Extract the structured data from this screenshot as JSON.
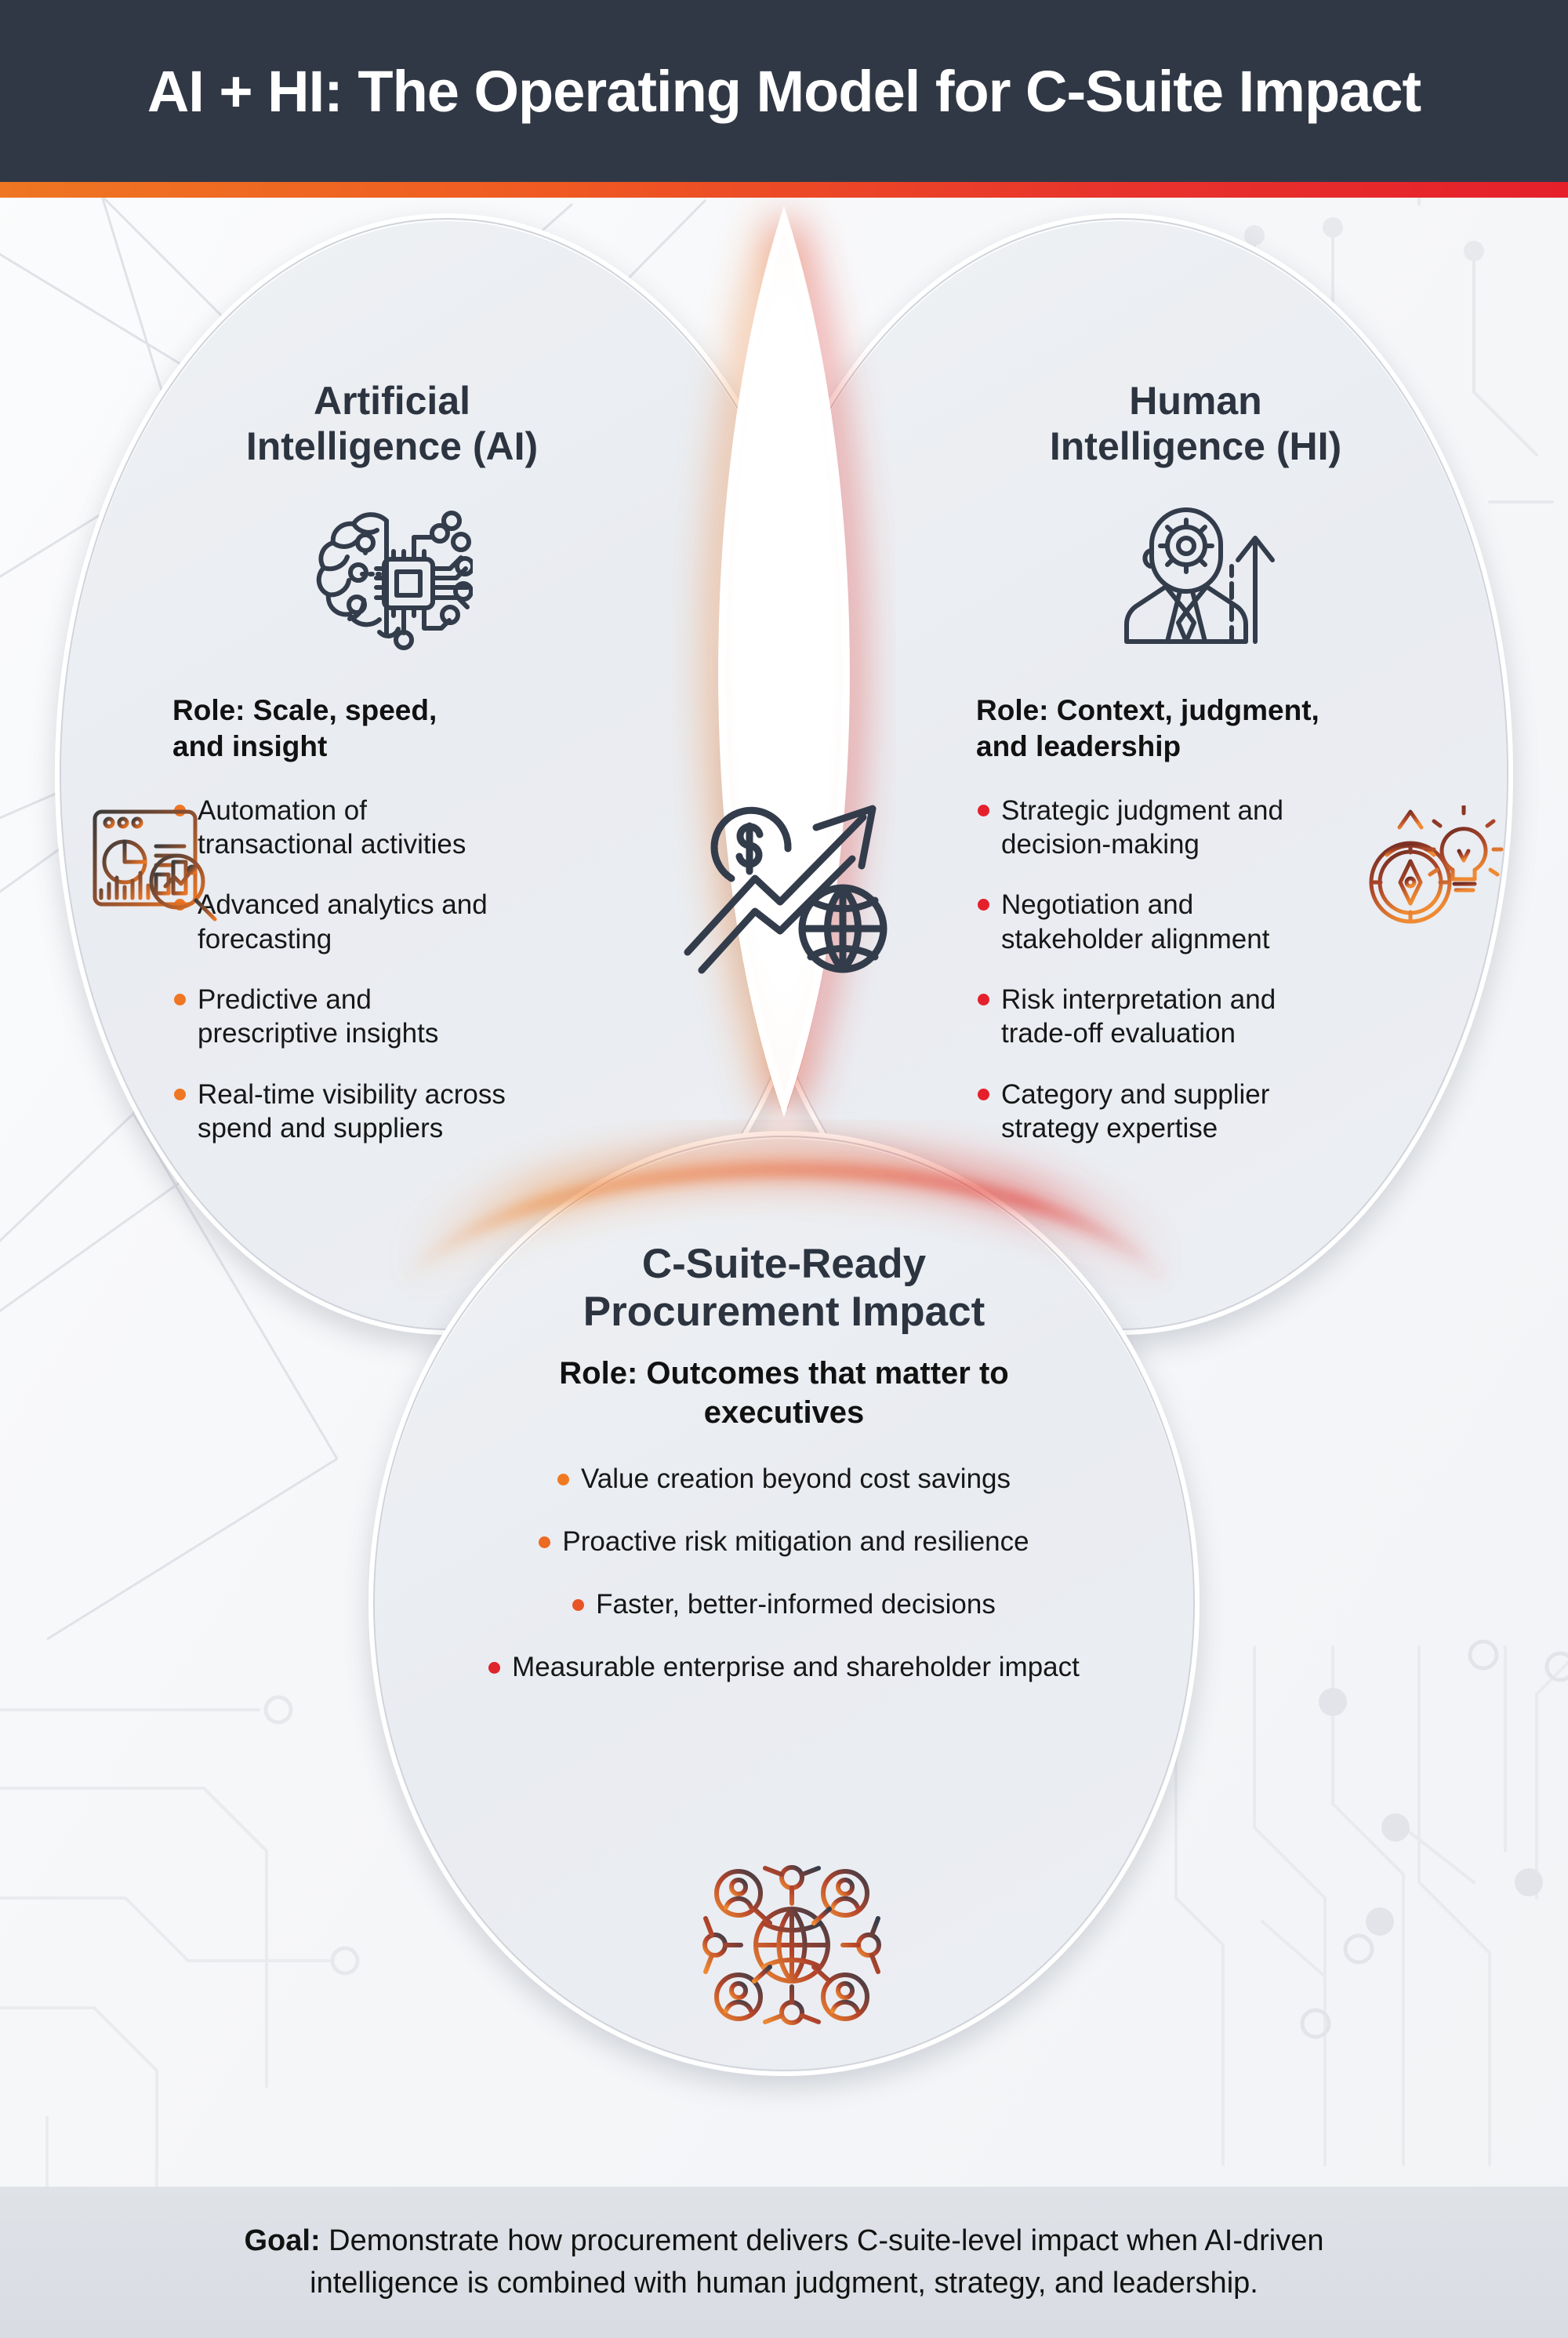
{
  "header": {
    "title": "AI + HI: The Operating Model for C-Suite Impact",
    "bar_color": "#313845",
    "accent_gradient_from": "#ef7622",
    "accent_gradient_to": "#e5202b"
  },
  "venn": {
    "left": {
      "title_line1": "Artificial",
      "title_line2": "Intelligence (AI)",
      "icon": "brain-chip-icon",
      "secondary_icon": "analytics-dashboard-icon",
      "role_line1": "Role: Scale, speed,",
      "role_line2": "and insight",
      "bullet_color": "#ef7622",
      "bullets": [
        "Automation of transactional activities",
        "Advanced analytics and forecasting",
        "Predictive and prescriptive insights",
        "Real-time visibility across spend and suppliers"
      ]
    },
    "right": {
      "title_line1": "Human",
      "title_line2": "Intelligence (HI)",
      "icon": "executive-gear-head-icon",
      "secondary_icon": "compass-lightbulb-icon",
      "role_line1": "Role: Context, judgment,",
      "role_line2": "and leadership",
      "bullet_color": "#e5202b",
      "bullets": [
        "Strategic judgment and decision-making",
        "Negotiation and stakeholder alignment",
        "Risk interpretation and trade-off evaluation",
        "Category and supplier strategy expertise"
      ]
    },
    "bottom": {
      "title_line1": "C-Suite-Ready",
      "title_line2": "Procurement Impact",
      "role_line1": "Role: Outcomes that matter to",
      "role_line2": "executives",
      "icon": "people-network-globe-icon",
      "bullets": [
        "Value creation beyond cost savings",
        "Proactive risk mitigation and resilience",
        "Faster, better-informed decisions",
        "Measurable enterprise and shareholder impact"
      ]
    },
    "center": {
      "icon": "dollar-growth-globe-icon"
    }
  },
  "footer": {
    "label": "Goal:",
    "line1": " Demonstrate how procurement delivers C-suite-level impact when AI-driven",
    "line2": "intelligence is combined with human judgment, strategy, and leadership.",
    "bg_color": "#dfe2e7"
  }
}
